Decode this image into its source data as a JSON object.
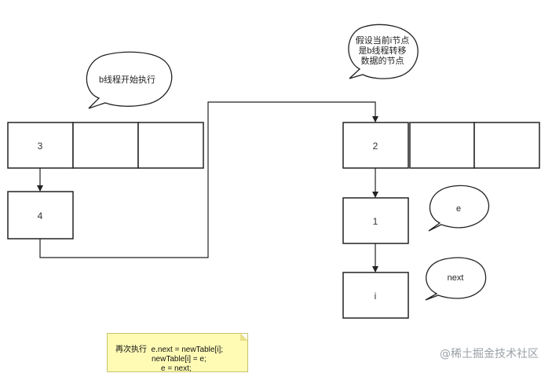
{
  "left_chain": {
    "node_3": "3",
    "node_4": "4"
  },
  "right_chain": {
    "node_2": "2",
    "node_1": "1",
    "node_i": "i"
  },
  "bubbles": {
    "thread_b_start": "b线程开始执行",
    "assume_lines": [
      "假设当前i节点",
      "是b线程转移",
      "数据的节点"
    ],
    "e": "e",
    "next": "next"
  },
  "code_note": {
    "line1": "再次执行  e.next = newTable[i];",
    "line2": "newTable[i] = e;",
    "line3": "e = next;"
  },
  "watermark": "@稀土掘金技术社区"
}
